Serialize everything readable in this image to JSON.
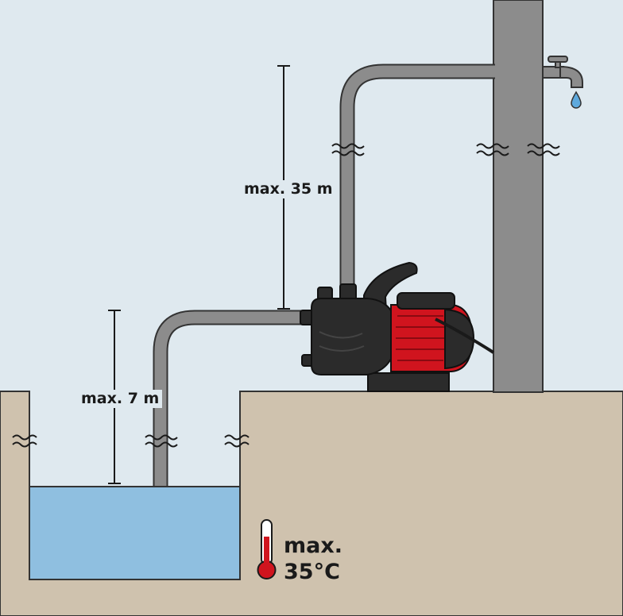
{
  "colors": {
    "sky": "#dfe9ef",
    "ground": "#cfc2ae",
    "water": "#8fbfe0",
    "pipe": "#8c8c8c",
    "outline": "#333333",
    "pump_body": "#2b2b2b",
    "pump_motor": "#d0141e",
    "thermometer": "#d0141e"
  },
  "labels": {
    "delivery_head": "max. 35 m",
    "suction_height": "max. 7 m",
    "temperature_line1": "max.",
    "temperature_line2": "35°C"
  },
  "icons": {
    "thermometer": "thermometer-icon",
    "tap": "water-tap-icon",
    "droplet": "water-drop-icon",
    "break_marks": "wavy-break-icon"
  }
}
